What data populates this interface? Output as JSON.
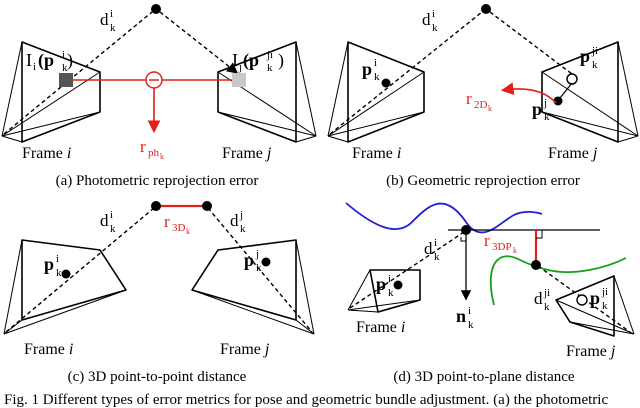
{
  "colors": {
    "red": "#e3201b",
    "blue": "#1f1fd6",
    "green": "#13a013"
  },
  "panel_a": {
    "caption": "(a) Photometric reprojection error",
    "frame_left": "Frame i",
    "frame_right": "Frame j",
    "d_label": "d",
    "d_sup": "i",
    "d_sub": "k",
    "I_left": "I",
    "I_left_sub": "i",
    "I_left_arg": "(p",
    "I_left_arg_sup": "i",
    "I_left_arg_sub": "k",
    "I_right": "I",
    "I_right_sub": "j",
    "I_right_arg": "(p",
    "I_right_arg_sup": "ji",
    "I_right_arg_sub": "k",
    "r_label": "r",
    "r_sub": "ph",
    "r_subsub": "k"
  },
  "panel_b": {
    "caption": "(b) Geometric reprojection error",
    "frame_left": "Frame i",
    "frame_right": "Frame j",
    "d_label": "d",
    "d_sup": "i",
    "d_sub": "k",
    "p_left": "p",
    "p_left_sup": "i",
    "p_left_sub": "k",
    "p_ji": "p",
    "p_ji_sup": "ji",
    "p_ji_sub": "k",
    "p_j": "p",
    "p_j_sup": "j",
    "p_j_sub": "k",
    "r_label": "r",
    "r_sub": "2D",
    "r_subsub": "k"
  },
  "panel_c": {
    "caption": "(c) 3D point-to-point distance",
    "frame_left": "Frame i",
    "frame_right": "Frame j",
    "d_left": "d",
    "d_left_sup": "i",
    "d_left_sub": "k",
    "d_right": "d",
    "d_right_sup": "j",
    "d_right_sub": "k",
    "p_left": "p",
    "p_left_sup": "i",
    "p_left_sub": "k",
    "p_right": "p",
    "p_right_sup": "j",
    "p_right_sub": "k",
    "r_label": "r",
    "r_sub": "3D",
    "r_subsub": "k"
  },
  "panel_d": {
    "caption": "(d) 3D point-to-plane distance",
    "frame_left": "Frame i",
    "frame_right": "Frame j",
    "d_left": "d",
    "d_left_sup": "i",
    "d_left_sub": "k",
    "d_right": "d",
    "d_right_sup": "ji",
    "d_right_sub": "k",
    "p_left": "p",
    "p_left_sup": "i",
    "p_left_sub": "k",
    "p_right": "p",
    "p_right_sup": "ji",
    "p_right_sub": "k",
    "n_label": "n",
    "n_sup": "i",
    "n_sub": "k",
    "r_label": "r",
    "r_sub": "3DP",
    "r_subsub": "k"
  },
  "footer": "Fig. 1  Different types of error metrics for pose and geometric  bundle adjustment.  (a) the photometric"
}
